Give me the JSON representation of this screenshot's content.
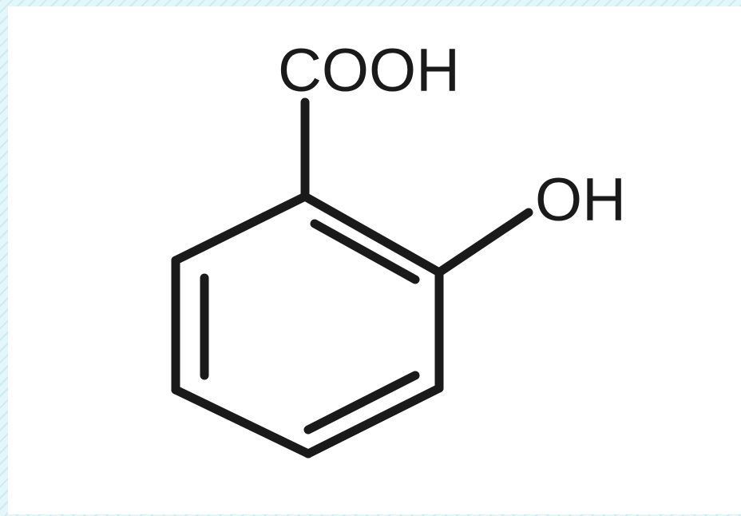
{
  "diagram": {
    "type": "chemical-structure",
    "labels": {
      "carboxyl": "COOH",
      "hydroxyl": "OH"
    },
    "colors": {
      "background": "#ffffff",
      "border": "#d9f3f6",
      "ink": "#1a1a1a"
    }
  }
}
